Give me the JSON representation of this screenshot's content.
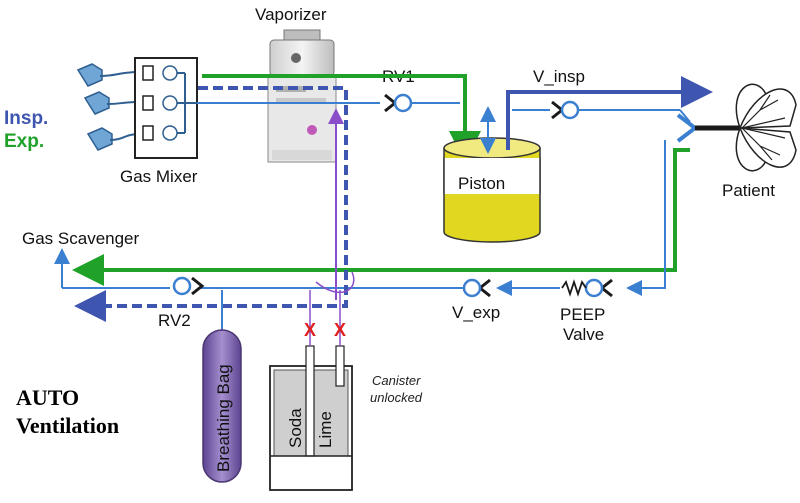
{
  "labels": {
    "vaporizer": "Vaporizer",
    "rv1": "RV1",
    "v_insp": "V_insp",
    "gas_mixer": "Gas Mixer",
    "piston": "Piston",
    "patient": "Patient",
    "gas_scavenger": "Gas Scavenger",
    "rv2": "RV2",
    "v_exp": "V_exp",
    "peep_line1": "PEEP",
    "peep_line2": "Valve",
    "breathing_bag": "Breathing Bag",
    "soda": "Soda",
    "lime": "Lime",
    "canister_line1": "Canister",
    "canister_line2": "unlocked",
    "mode_line1": "AUTO",
    "mode_line2": "Ventilation",
    "insp": "Insp.",
    "exp": "Exp.",
    "x_mark": "X"
  },
  "colors": {
    "insp_flow": "#3f56b0",
    "exp_flow": "#1fa12a",
    "pipe": "#3b7fd0",
    "piston_fill": "#e2d720",
    "bag_fill": "#8a6fb4",
    "marker": "#e02020",
    "purple_line": "#8a4fc8"
  }
}
